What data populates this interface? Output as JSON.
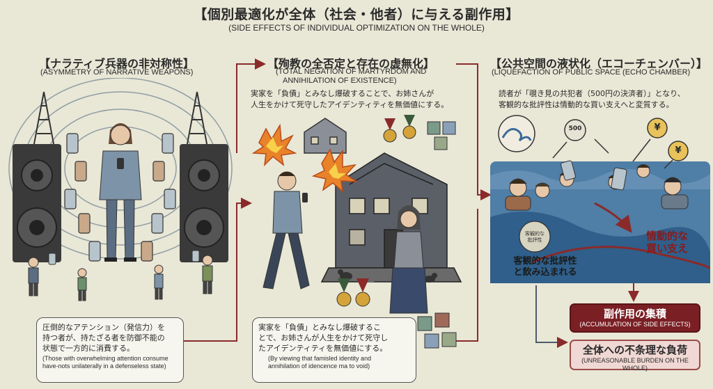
{
  "title": "【個別最適化が全体（社会・他者）に与える副作用】",
  "subtitle": "(SIDE EFFECTS OF INDIVIDUAL OPTIMIZATION ON THE WHOLE)",
  "sections": [
    {
      "title_jp": "【ナラティブ兵器の非対称性】",
      "title_en": "(ASYMMETRY OF NARRATIVE WEAPONS)",
      "callout_jp_1": "圧倒的なアテンション（発信力）を",
      "callout_jp_2": "持つ者が、持たざる者を防御不能の",
      "callout_jp_3": "状態で一方的に消費する。",
      "callout_en_1": "(Those with overwhelming attention consume",
      "callout_en_2": "have-nots unilaterally in a defenseless state)"
    },
    {
      "title_jp": "【殉教の全否定と存在の虚無化】",
      "title_en_1": "(TOTAL NEGATION OF MARTYRDOM AND",
      "title_en_2": "ANNIHILATION OF EXISTENCE)",
      "desc_1": "実家を「負債」とみなし爆破することで、お姉さんが",
      "desc_2": "人生をかけて死守したアイデンティティを無価値にする。",
      "callout_jp_1": "実家を「負債」とみなし爆破するこ",
      "callout_jp_2": "とで、お姉さんが人生をかけて死守し",
      "callout_jp_3": "たアイデンティティを無価値にする。",
      "callout_en_1": "(By viewing that famisled identity and",
      "callout_en_2": "annihilation of idencence ma to void)"
    },
    {
      "title_jp": "【公共空間の液状化（エコーチェンバー）】",
      "title_en": "(LIQUEFACTION OF PUBLIC SPACE (ECHO CHAMBER)",
      "desc_1": "読者が「覗き見の共犯者（500円の決済者）」となり、",
      "desc_2": "客観的な批評性は情動的な買い支えへと変質する。",
      "bubble_label": "客観的な\n批評性",
      "coin_500": "500",
      "coin_yen": "¥",
      "swallowed_1": "客観的な批評性",
      "swallowed_2": "と飲み込まれる",
      "emotional_1": "情動的な",
      "emotional_2": "買い支え"
    }
  ],
  "results": [
    {
      "jp": "副作用の集積",
      "en": "(ACCUMULATION OF SIDE EFFECTS)"
    },
    {
      "jp": "全体への不条理な負荷",
      "en": "(UNREASONABLE BURDEN ON THE WHOLE)"
    }
  ],
  "colors": {
    "background": "#e9e7d6",
    "accent_red": "#7a1f24",
    "water": "#4f7ea6"
  }
}
